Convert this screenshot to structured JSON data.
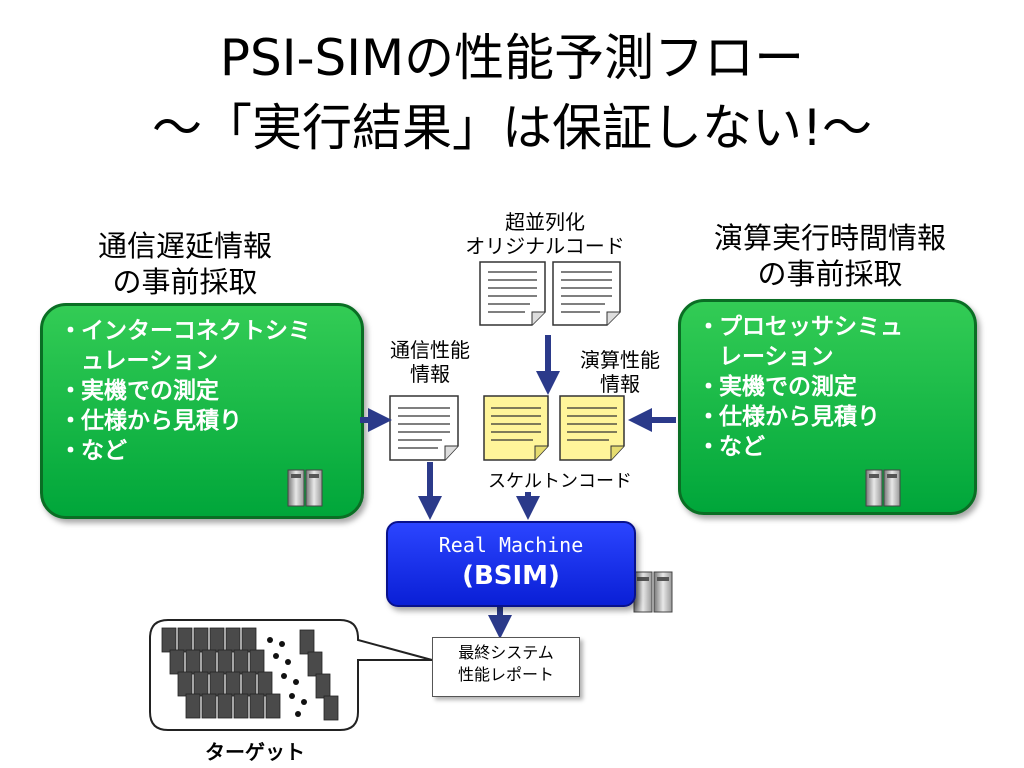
{
  "title": {
    "line1": "PSI-SIMの性能予測フロー",
    "line2": "～「実行結果」は保証しない!～"
  },
  "left": {
    "heading_line1": "通信遅延情報",
    "heading_line2": "の事前採取",
    "items": [
      "インターコネクトシミュレーション",
      "実機での測定",
      "仕様から見積り",
      "など"
    ]
  },
  "right": {
    "heading_line1": "演算実行時間情報",
    "heading_line2": "の事前採取",
    "items": [
      "プロセッサシミュレーション",
      "実機での測定",
      "仕様から見積り",
      "など"
    ]
  },
  "code": {
    "original_line1": "超並列化",
    "original_line2": "オリジナルコード",
    "comm_line1": "通信性能",
    "comm_line2": "情報",
    "compute_line1": "演算性能",
    "compute_line2": "情報",
    "skeleton": "スケルトンコード"
  },
  "machine": {
    "line1": "Real Machine",
    "line2": "(BSIM)"
  },
  "report": {
    "line1": "最終システム",
    "line2": "性能レポート"
  },
  "target": {
    "label": "ターゲット"
  },
  "icons": [
    "document-icon",
    "server-icon",
    "server-rack-icon",
    "arrow-icon"
  ],
  "colors": {
    "green": "#00a63a",
    "blue": "#0a1fd6",
    "arrow": "#2b3a8a",
    "yellow_doc": "#fff59a"
  }
}
